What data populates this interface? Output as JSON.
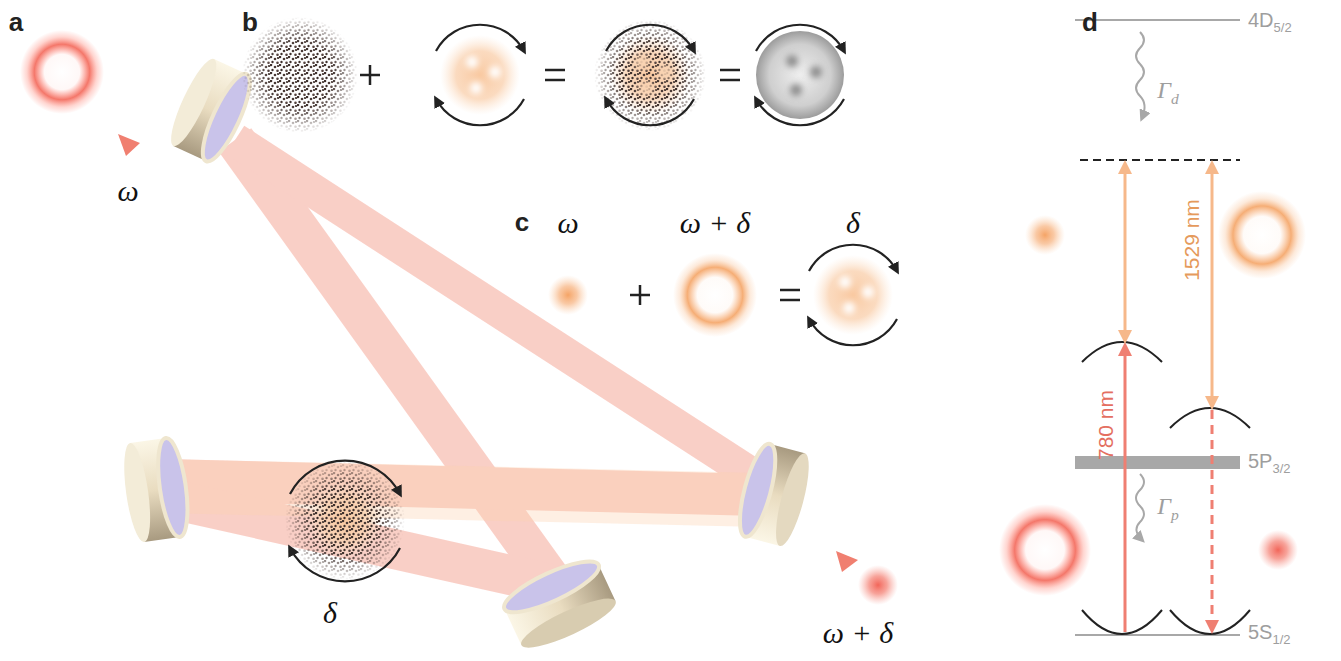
{
  "diagram": {
    "labels": [
      "a",
      "ω",
      "b",
      "c",
      "ω",
      "ω + δ",
      "δ",
      "δ",
      "ω + δ",
      "d",
      "4D",
      "5/2",
      "Γ",
      "d",
      "1529 nm",
      "780 nm",
      "5P",
      "3/2",
      "Γ",
      "p",
      "5S",
      "1/2"
    ]
  }
}
